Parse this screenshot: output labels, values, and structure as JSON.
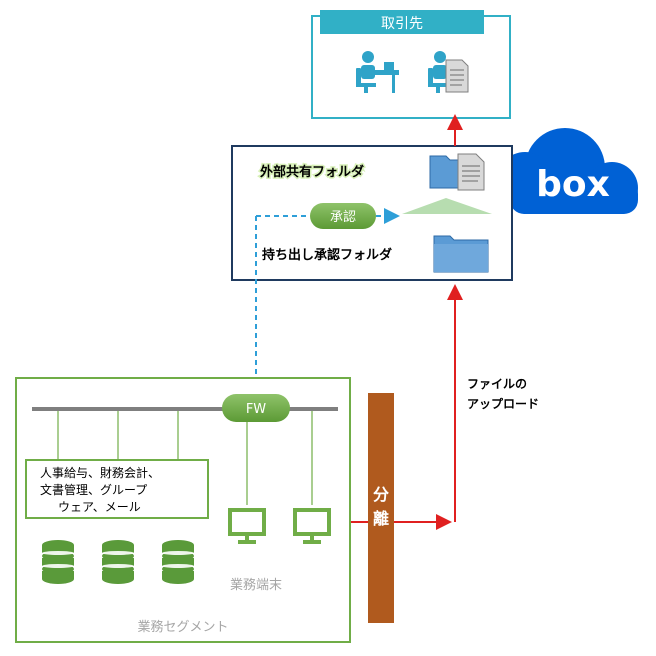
{
  "partner": {
    "title": "取引先"
  },
  "external_box": {
    "shared_folder_label": "外部共有フォルダ",
    "approval_label": "承認",
    "export_folder_label": "持ち出し承認フォルダ"
  },
  "box_logo": {
    "text": "box",
    "color": "#0061d5"
  },
  "upload": {
    "line1": "ファイルの",
    "line2": "アップロード"
  },
  "separation": {
    "char1": "分",
    "char2": "離",
    "color": "#b05a1e"
  },
  "segment": {
    "fw_label": "FW",
    "systems_line1": "人事給与、財務会計、",
    "systems_line2": "文書管理、グループ",
    "systems_line3": "ウェア、メール",
    "terminal_label": "業務端末",
    "segment_label": "業務セグメント"
  },
  "colors": {
    "teal": "#31b0c6",
    "navy": "#1f3a5f",
    "green": "#70ad47",
    "red": "#e02020",
    "dashed_blue": "#2e9fd8",
    "folder_blue": "#5b9bd5"
  }
}
